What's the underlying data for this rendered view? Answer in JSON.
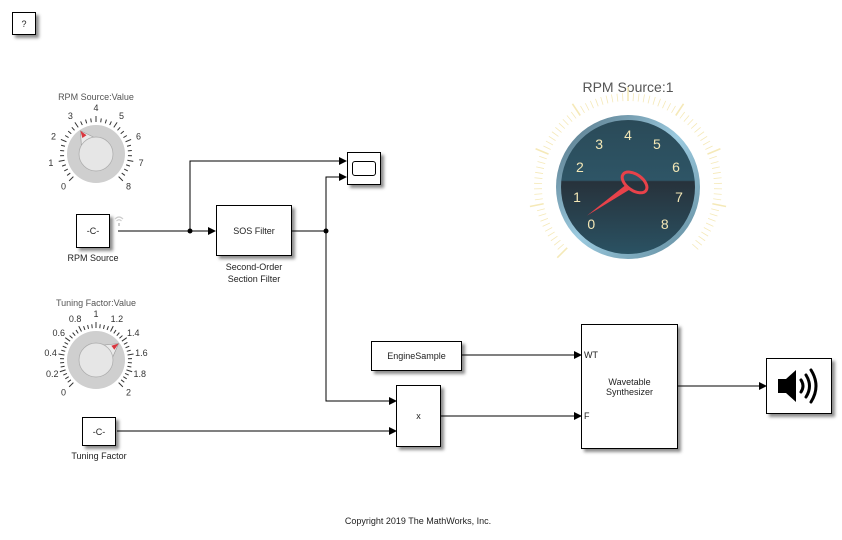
{
  "help_button": {
    "label": "?"
  },
  "rpm_knob": {
    "title": "RPM Source:Value",
    "ticks": [
      "0",
      "1",
      "2",
      "3",
      "4",
      "5",
      "6",
      "7",
      "8"
    ],
    "min": 0,
    "max": 8,
    "value": 3,
    "needle_color": "#d9363e"
  },
  "rpm_source": {
    "block_text": "-C-",
    "label": "RPM Source"
  },
  "tuning_knob": {
    "title": "Tuning Factor:Value",
    "ticks": [
      "0",
      "0.2",
      "0.4",
      "0.6",
      "0.8",
      "1",
      "1.2",
      "1.4",
      "1.6",
      "1.8",
      "2"
    ],
    "min": 0,
    "max": 2,
    "value": 1.4,
    "needle_color": "#d9363e"
  },
  "tuning_factor": {
    "block_text": "-C-",
    "label": "Tuning Factor"
  },
  "sos_filter": {
    "block_text": "SOS Filter",
    "label_line1": "Second-Order",
    "label_line2": "Section Filter"
  },
  "scope": {
    "icon": "scope-icon"
  },
  "gauge": {
    "title": "RPM Source:1",
    "ticks": [
      "0",
      "1",
      "2",
      "3",
      "4",
      "5",
      "6",
      "7",
      "8"
    ],
    "min": 0,
    "max": 8,
    "value": 0.3,
    "needle_color": "#e8424a",
    "face_color": "#2c3e4a",
    "tick_color": "#f5e9b8"
  },
  "engine_sample": {
    "block_text": "EngineSample"
  },
  "product": {
    "block_text": "x"
  },
  "wavetable": {
    "line1": "Wavetable",
    "line2": "Synthesizer",
    "port_wt": "WT",
    "port_f": "F"
  },
  "speaker": {
    "icon": "speaker-icon"
  },
  "footer": {
    "copyright": "Copyright 2019 The MathWorks, Inc."
  }
}
